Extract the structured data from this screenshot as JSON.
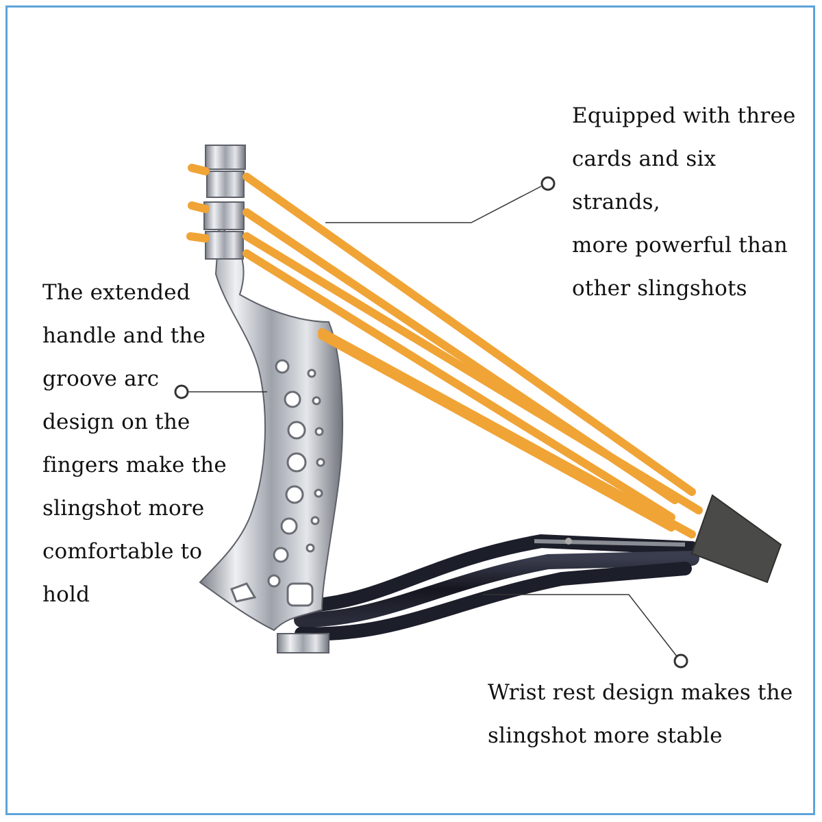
{
  "callouts": {
    "strands": "Equipped with three\ncards and six strands,\nmore powerful than\nother slingshots",
    "handle": "The extended\nhandle and the\ngroove arc\ndesign on the\nfingers make the\nslingshot more\ncomfortable to\nhold",
    "wrist": "Wrist rest design makes the\nslingshot more stable"
  },
  "colors": {
    "frame": "#5da3d9",
    "band": "#f0a436",
    "metal": "#c9ccd2",
    "wrist_tube": "#1c1e2a",
    "pouch": "#4a4a48"
  }
}
